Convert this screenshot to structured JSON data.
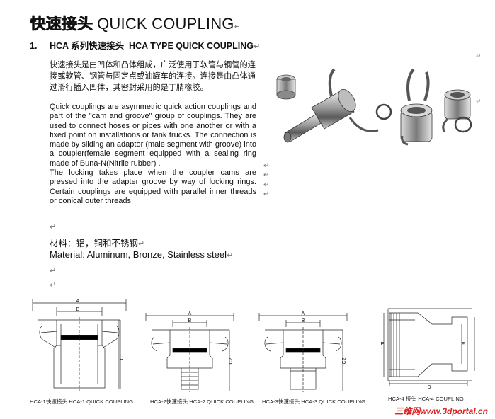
{
  "header": {
    "title_cn": "快速接头",
    "title_en": "QUICK COUPLING",
    "return_mark": "↵"
  },
  "section": {
    "number": "1.",
    "title_cn": "HCA 系列快速接头",
    "title_en": "HCA TYPE QUICK COUPLING"
  },
  "description_cn": "快速接头是由凹体和凸体组成，广泛使用于软管与钢管的连接或软管、钢管与固定点或油罐车的连接。连接是由凸体通过滑行插入凹体，其密封采用的是丁腈橡胶。",
  "description_en_1": "Quick couplings are asymmetric quick action couplings and part of the \"cam and groove\" group of couplings. They are used to connect hoses or pipes with one another or with a fixed point on installations or tank trucks. The connection is made by sliding an adaptor (male segment with groove) into a coupler(female segment equipped with a sealing ring made of Buna-N(Nitrile rubber) .",
  "description_en_2": "The locking takes place when the coupler cams are pressed into the adapter groove by way of locking rings. Certain couplings are equipped with parallel inner threads or conical outer threads.",
  "material_cn": "材料：铝，铜和不锈钢",
  "material_en": "Material: Aluminum, Bronze, Stainless steel",
  "drawings": [
    {
      "caption": "HCA-1快速接头 HCA-1 QUICK COUPLING",
      "dims": [
        "A",
        "B",
        "C1"
      ]
    },
    {
      "caption": "HCA-2快速接头 HCA-2 QUICK COUPLING",
      "dims": [
        "A",
        "B",
        "C2"
      ]
    },
    {
      "caption": "HCA-3快速接头 HCA-3 QUICK COUPLING",
      "dims": [
        "A",
        "B",
        "C2"
      ]
    },
    {
      "caption": "HCA-4 接头 HCA-4 COUPLING",
      "dims": [
        "E",
        "F",
        "D"
      ]
    }
  ],
  "watermark": {
    "cn": "三维网",
    "url": "www.3dportal.cn"
  }
}
